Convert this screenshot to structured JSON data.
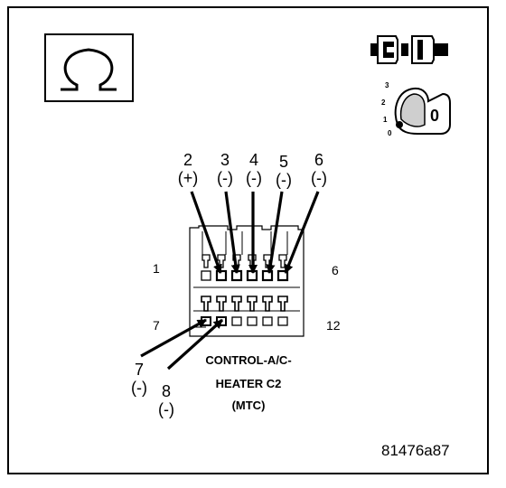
{
  "connector": {
    "name_line1": "CONTROL-A/C-",
    "name_line2": "HEATER C2",
    "name_line3": "(MTC)"
  },
  "pins": [
    {
      "number": "2",
      "polarity": "(+)"
    },
    {
      "number": "3",
      "polarity": "(-)"
    },
    {
      "number": "4",
      "polarity": "(-)"
    },
    {
      "number": "5",
      "polarity": "(-)"
    },
    {
      "number": "6",
      "polarity": "(-)"
    },
    {
      "number": "7",
      "polarity": "(-)"
    },
    {
      "number": "8",
      "polarity": "(-)"
    }
  ],
  "cavity_numbers": {
    "top_left": "1",
    "top_right": "6",
    "bottom_left": "7",
    "bottom_right": "12"
  },
  "icons": {
    "meter_mode": "ohm-symbol-icon",
    "connector_state": "connector-disconnected-icon",
    "ignition": "ignition-key-off-icon"
  },
  "ignition_positions": [
    "3",
    "2",
    "1",
    "0"
  ],
  "ignition_key_label": "0",
  "reference_code": "81476a87"
}
